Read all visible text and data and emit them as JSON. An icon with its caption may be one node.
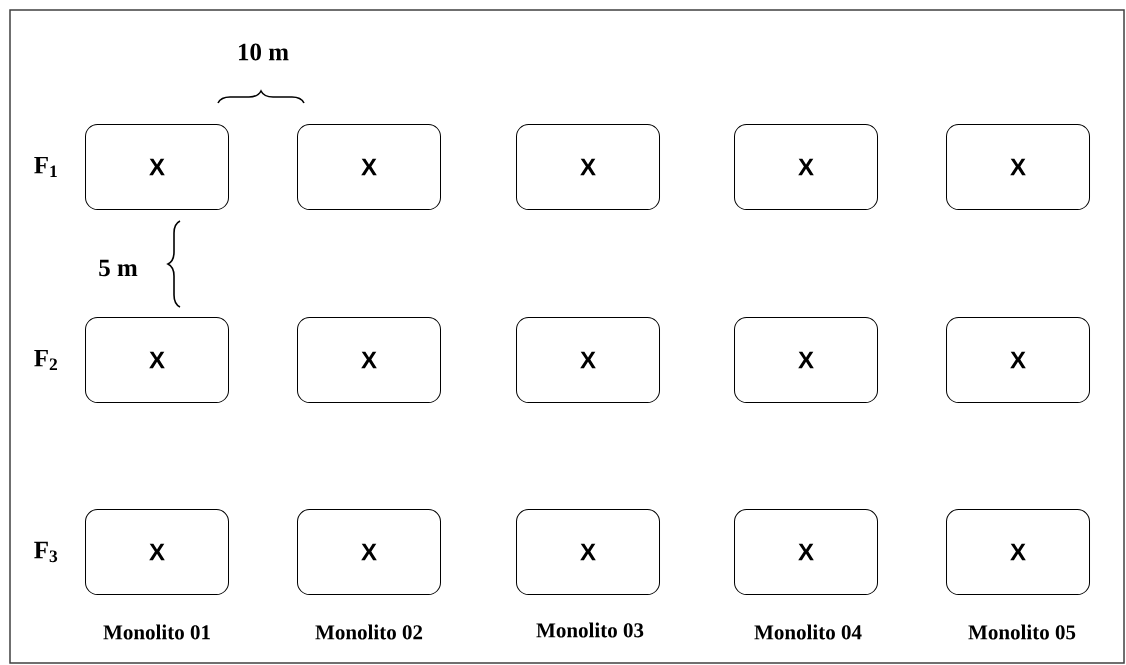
{
  "diagram": {
    "nodes": [
      {
        "text": [
          "X"
        ]
      },
      {
        "text": [
          "X"
        ]
      },
      {
        "text": [
          "X"
        ]
      },
      {
        "text": [
          "X"
        ]
      },
      {
        "text": [
          "X"
        ]
      },
      {
        "text": [
          "X"
        ]
      },
      {
        "text": [
          "X"
        ]
      },
      {
        "text": [
          "X"
        ]
      },
      {
        "text": [
          "X"
        ]
      },
      {
        "text": [
          "X"
        ]
      },
      {
        "text": [
          "X"
        ]
      },
      {
        "text": [
          "X"
        ]
      },
      {
        "text": [
          "X"
        ]
      },
      {
        "text": [
          "X"
        ]
      },
      {
        "text": [
          "X"
        ]
      }
    ],
    "labels": [
      "10 m",
      "F$_{1}$",
      "5 m",
      "F$_{2}$",
      "F$_{3}$",
      "Monolito 01",
      "Monolito 02",
      "Monolito 03",
      "Monolito 04",
      "Monolito 05"
    ]
  }
}
